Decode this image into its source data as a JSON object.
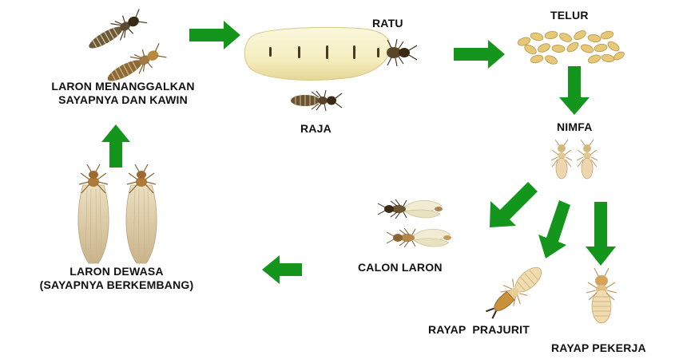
{
  "labels": {
    "alates_mate": [
      "LARON MENANGGALKAN",
      "SAYAPNYA DAN KAWIN"
    ],
    "queen": "RATU",
    "king": "RAJA",
    "eggs": "TELUR",
    "nymph": "NIMFA",
    "alate_candidate": "CALON LARON",
    "adult_alates": [
      "LARON DEWASA",
      "(SAYAPNYA BERKEMBANG)"
    ],
    "soldier": "RAYAP  PRAJURIT",
    "worker": "RAYAP PEKERJA"
  },
  "colors": {
    "arrow": "#13961b",
    "text": "#111111",
    "body": "#d9b070",
    "body_dark": "#b98a45",
    "wing": "#e9ddb8",
    "wing_pale": "#f1ecd2",
    "queen_abdomen": "#f8f2c8",
    "egg": "#e6c877",
    "dark": "#3a2a15"
  },
  "icons": [
    "green-arrow-icon",
    "queen-termite-icon",
    "king-termite-icon",
    "egg-cluster-icon",
    "nymph-icon",
    "alate-icon",
    "soldier-termite-icon",
    "worker-termite-icon"
  ]
}
